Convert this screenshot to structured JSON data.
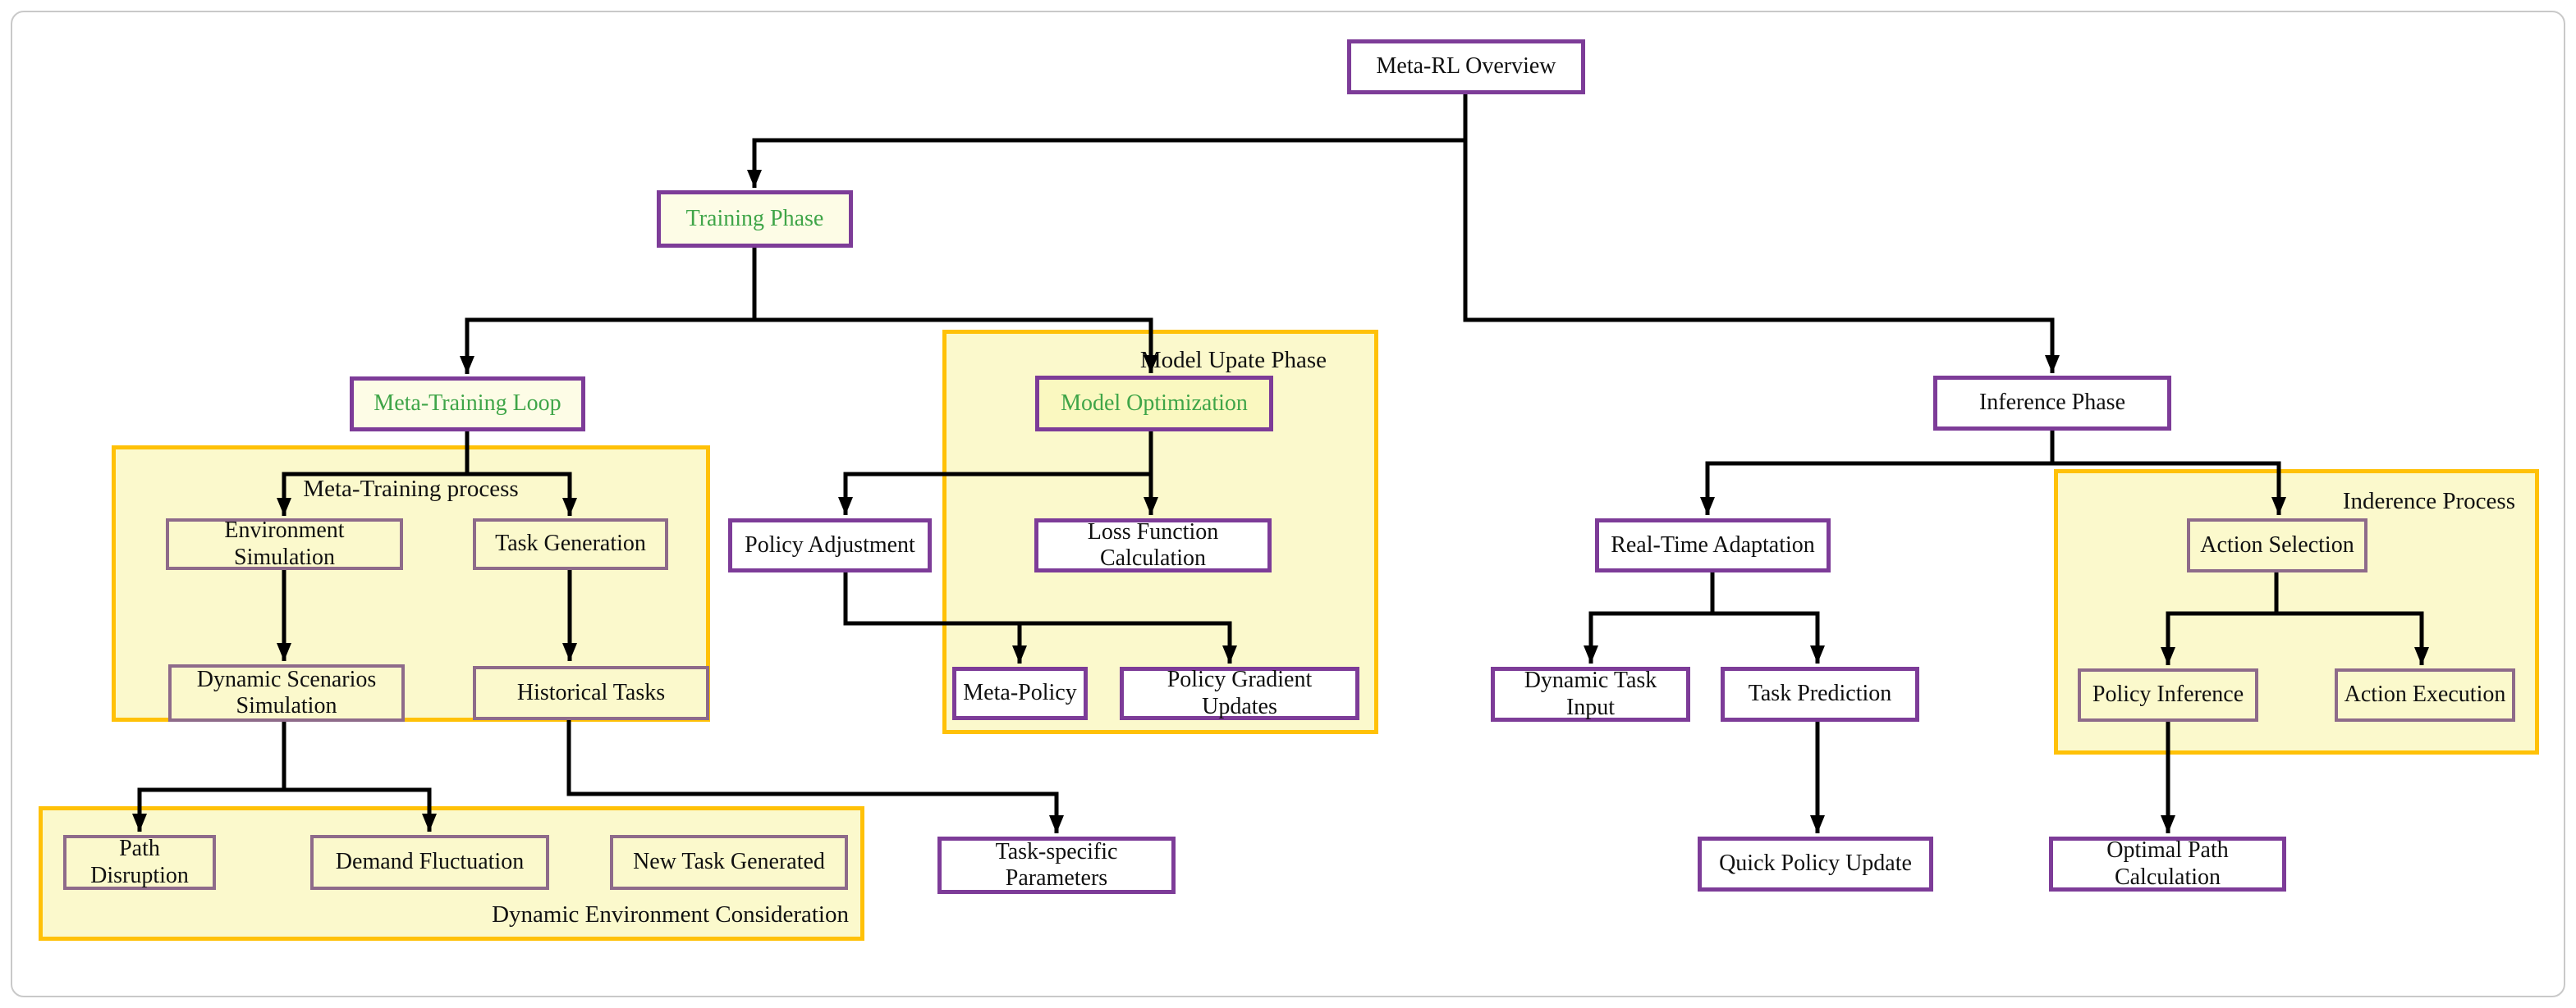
{
  "diagram": {
    "colors": {
      "purple_border": "#7D3C98",
      "mauve_border": "#8E6B8A",
      "gold_container_border": "#FFC107",
      "pale_yellow_fill": "#FBF9CC",
      "ivory_fill": "#FDFCE6",
      "white_fill": "#ffffff",
      "green_text": "#3FA548",
      "line_black": "#000000",
      "page_border_gray": "#c9c9c9"
    },
    "containers": [
      {
        "id": "meta-training-process",
        "label": "Meta-Training process"
      },
      {
        "id": "model-update-phase",
        "label": "Model Upate Phase"
      },
      {
        "id": "inference-process",
        "label": "Inderence Process"
      },
      {
        "id": "dynamic-environment-consideration",
        "label": "Dynamic Environment Consideration"
      }
    ],
    "nodes": [
      {
        "id": "meta-rl-overview",
        "label": "Meta-RL Overview"
      },
      {
        "id": "training-phase",
        "label": "Training Phase"
      },
      {
        "id": "meta-training-loop",
        "label": "Meta-Training Loop"
      },
      {
        "id": "environment-simulation",
        "label": "Environment Simulation"
      },
      {
        "id": "task-generation",
        "label": "Task Generation"
      },
      {
        "id": "dynamic-scenarios-simulation",
        "label": "Dynamic Scenarios Simulation"
      },
      {
        "id": "historical-tasks",
        "label": "Historical Tasks"
      },
      {
        "id": "model-optimization",
        "label": "Model Optimization"
      },
      {
        "id": "policy-adjustment",
        "label": "Policy Adjustment"
      },
      {
        "id": "loss-function-calculation",
        "label": "Loss Function Calculation"
      },
      {
        "id": "meta-policy",
        "label": "Meta-Policy"
      },
      {
        "id": "policy-gradient-updates",
        "label": "Policy Gradient Updates"
      },
      {
        "id": "task-specific-parameters",
        "label": "Task-specific Parameters"
      },
      {
        "id": "inference-phase",
        "label": "Inference Phase"
      },
      {
        "id": "real-time-adaptation",
        "label": "Real-Time Adaptation"
      },
      {
        "id": "dynamic-task-input",
        "label": "Dynamic Task Input"
      },
      {
        "id": "task-prediction",
        "label": "Task Prediction"
      },
      {
        "id": "quick-policy-update",
        "label": "Quick Policy Update"
      },
      {
        "id": "action-selection",
        "label": "Action Selection"
      },
      {
        "id": "policy-inference",
        "label": "Policy Inference"
      },
      {
        "id": "action-execution",
        "label": "Action Execution"
      },
      {
        "id": "optimal-path-calculation",
        "label": "Optimal Path Calculation"
      },
      {
        "id": "path-disruption",
        "label": "Path Disruption"
      },
      {
        "id": "demand-fluctuation",
        "label": "Demand Fluctuation"
      },
      {
        "id": "new-task-generated",
        "label": "New Task Generated"
      }
    ],
    "edges": [
      [
        "meta-rl-overview",
        "training-phase"
      ],
      [
        "meta-rl-overview",
        "inference-phase"
      ],
      [
        "training-phase",
        "meta-training-loop"
      ],
      [
        "training-phase",
        "model-optimization"
      ],
      [
        "meta-training-loop",
        "environment-simulation"
      ],
      [
        "meta-training-loop",
        "task-generation"
      ],
      [
        "environment-simulation",
        "dynamic-scenarios-simulation"
      ],
      [
        "task-generation",
        "historical-tasks"
      ],
      [
        "dynamic-scenarios-simulation",
        "path-disruption"
      ],
      [
        "dynamic-scenarios-simulation",
        "demand-fluctuation"
      ],
      [
        "historical-tasks",
        "task-specific-parameters"
      ],
      [
        "model-optimization",
        "policy-adjustment"
      ],
      [
        "model-optimization",
        "loss-function-calculation"
      ],
      [
        "policy-adjustment",
        "meta-policy"
      ],
      [
        "policy-adjustment",
        "policy-gradient-updates"
      ],
      [
        "inference-phase",
        "real-time-adaptation"
      ],
      [
        "inference-phase",
        "action-selection"
      ],
      [
        "real-time-adaptation",
        "dynamic-task-input"
      ],
      [
        "real-time-adaptation",
        "task-prediction"
      ],
      [
        "task-prediction",
        "quick-policy-update"
      ],
      [
        "action-selection",
        "policy-inference"
      ],
      [
        "action-selection",
        "action-execution"
      ],
      [
        "policy-inference",
        "optimal-path-calculation"
      ]
    ]
  }
}
